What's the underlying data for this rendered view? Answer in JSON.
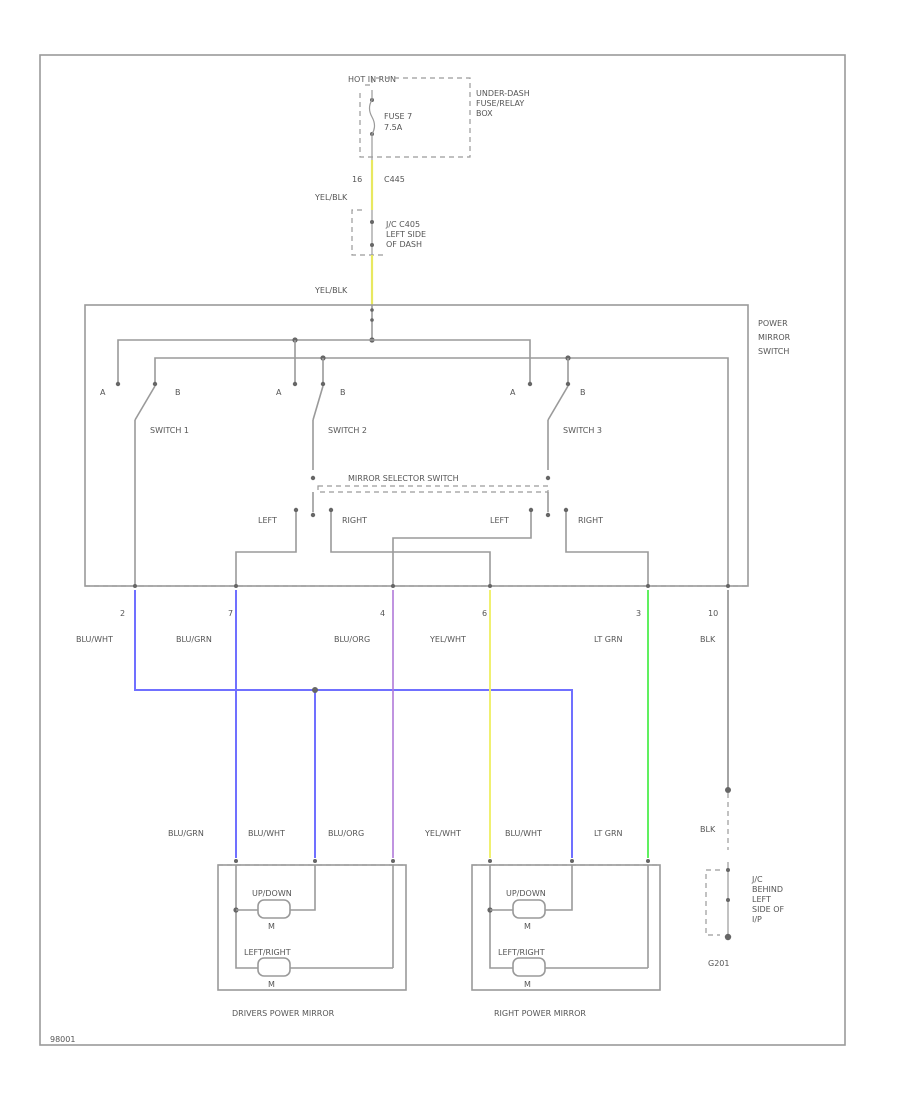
{
  "labels": {
    "hot_in_run": "HOT IN RUN",
    "underdash_box": [
      "UNDER-DASH",
      "FUSE/RELAY",
      "BOX"
    ],
    "fuse": [
      "FUSE 7",
      "7.5A"
    ],
    "wire_16": "16",
    "c445": "C445",
    "yel_blk_1": "YEL/BLK",
    "jc_c405": [
      "J/C C405",
      "LEFT SIDE",
      "OF DASH"
    ],
    "yel_blk_2": "YEL/BLK",
    "power_mirror_switch": [
      "POWER",
      "MIRROR",
      "SWITCH"
    ],
    "switch1": "SWITCH 1",
    "switch2": "SWITCH 2",
    "switch3": "SWITCH 3",
    "sw_a": "A",
    "sw_b": "B",
    "mirror_selector": "MIRROR SELECTOR SWITCH",
    "left": "LEFT",
    "right": "RIGHT",
    "pin_2": "2",
    "pin_7": "7",
    "pin_4": "4",
    "pin_6": "6",
    "pin_3": "3",
    "pin_10": "10",
    "wire_blu_wht": "BLU/WHT",
    "wire_blu_grn": "BLU/GRN",
    "wire_blu_org": "BLU/ORG",
    "wire_yel_wht": "YEL/WHT",
    "wire_lt_grn": "LT GRN",
    "wire_blk": "BLK",
    "m_blu_grn": "BLU/GRN",
    "m_blu_wht": "BLU/WHT",
    "m_blu_org": "BLU/ORG",
    "m_yel_wht": "YEL/WHT",
    "m_blu_wht_2": "BLU/WHT",
    "m_lt_grn": "LT GRN",
    "blk_2": "BLK",
    "up_down": "UP/DOWN",
    "left_right": "LEFT/RIGHT",
    "motor_m": "M",
    "ground_desc": [
      "J/C",
      "BEHIND",
      "LEFT",
      "SIDE OF",
      "I/P"
    ],
    "g201": "G201",
    "drivers_mirror": "DRIVERS POWER MIRROR",
    "right_mirror": "RIGHT POWER MIRROR",
    "corner_code": "98001"
  },
  "colors": {
    "blu_wht": "#7070ff",
    "blu_grn": "#7070ff",
    "blu_org": "#b07ad8",
    "yel_wht": "#f0f070",
    "lt_grn": "#60f060",
    "yel_blk": "#e8e860",
    "blk": "#9a9a9a"
  }
}
